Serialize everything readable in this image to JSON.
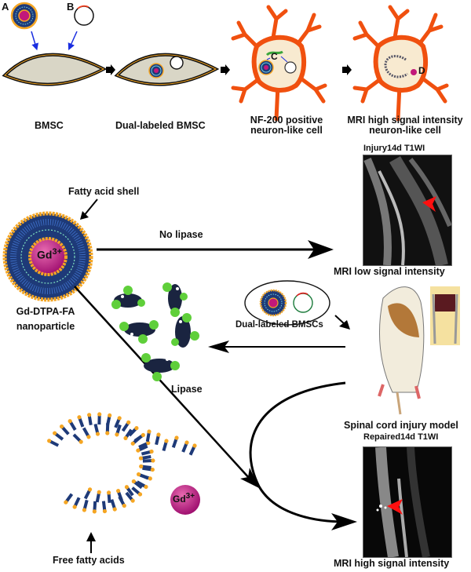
{
  "figure": {
    "top_row": {
      "marker_a": "A",
      "marker_b": "B",
      "marker_c": "C",
      "marker_d": "D",
      "stages": [
        {
          "label": "BMSC"
        },
        {
          "label": "Dual-labeled BMSC"
        },
        {
          "label_line1": "NF-200 positive",
          "label_line2": "neuron-like cell"
        },
        {
          "label_line1": "MRI high signal intensity",
          "label_line2": "neuron-like cell"
        }
      ]
    },
    "nanoparticle": {
      "shell_label": "Fatty acid shell",
      "core_label": "Gd",
      "core_superscript": "3+",
      "name_line1": "Gd-DTPA-FA",
      "name_line2": "nanoparticle"
    },
    "pathways": {
      "no_lipase_label": "No lipase",
      "lipase_label": "Lipase",
      "dual_labeled_label": "Dual-labeled BMSCs",
      "free_fatty_acids_label": "Free fatty acids",
      "free_gd_label": "Gd",
      "free_gd_superscript": "3+"
    },
    "mri_injury": {
      "title": "Injury14d T1WI",
      "caption": "MRI low signal intensity"
    },
    "model": {
      "caption": "Spinal cord injury model"
    },
    "mri_repaired": {
      "title": "Repaired14d T1WI",
      "caption": "MRI high signal intensity"
    },
    "colors": {
      "cell_fill": "#d9d6c6",
      "neuron_orange": "#f0500f",
      "shell_orange": "#f5a623",
      "shell_blue": "#1e3a78",
      "gd_magenta": "#c2187a",
      "lipase_green": "#5fcf3a",
      "lipase_dark": "#1a2440",
      "arrow_blue": "#1a2ee0",
      "mri_arrow_red": "#ff1010"
    }
  }
}
